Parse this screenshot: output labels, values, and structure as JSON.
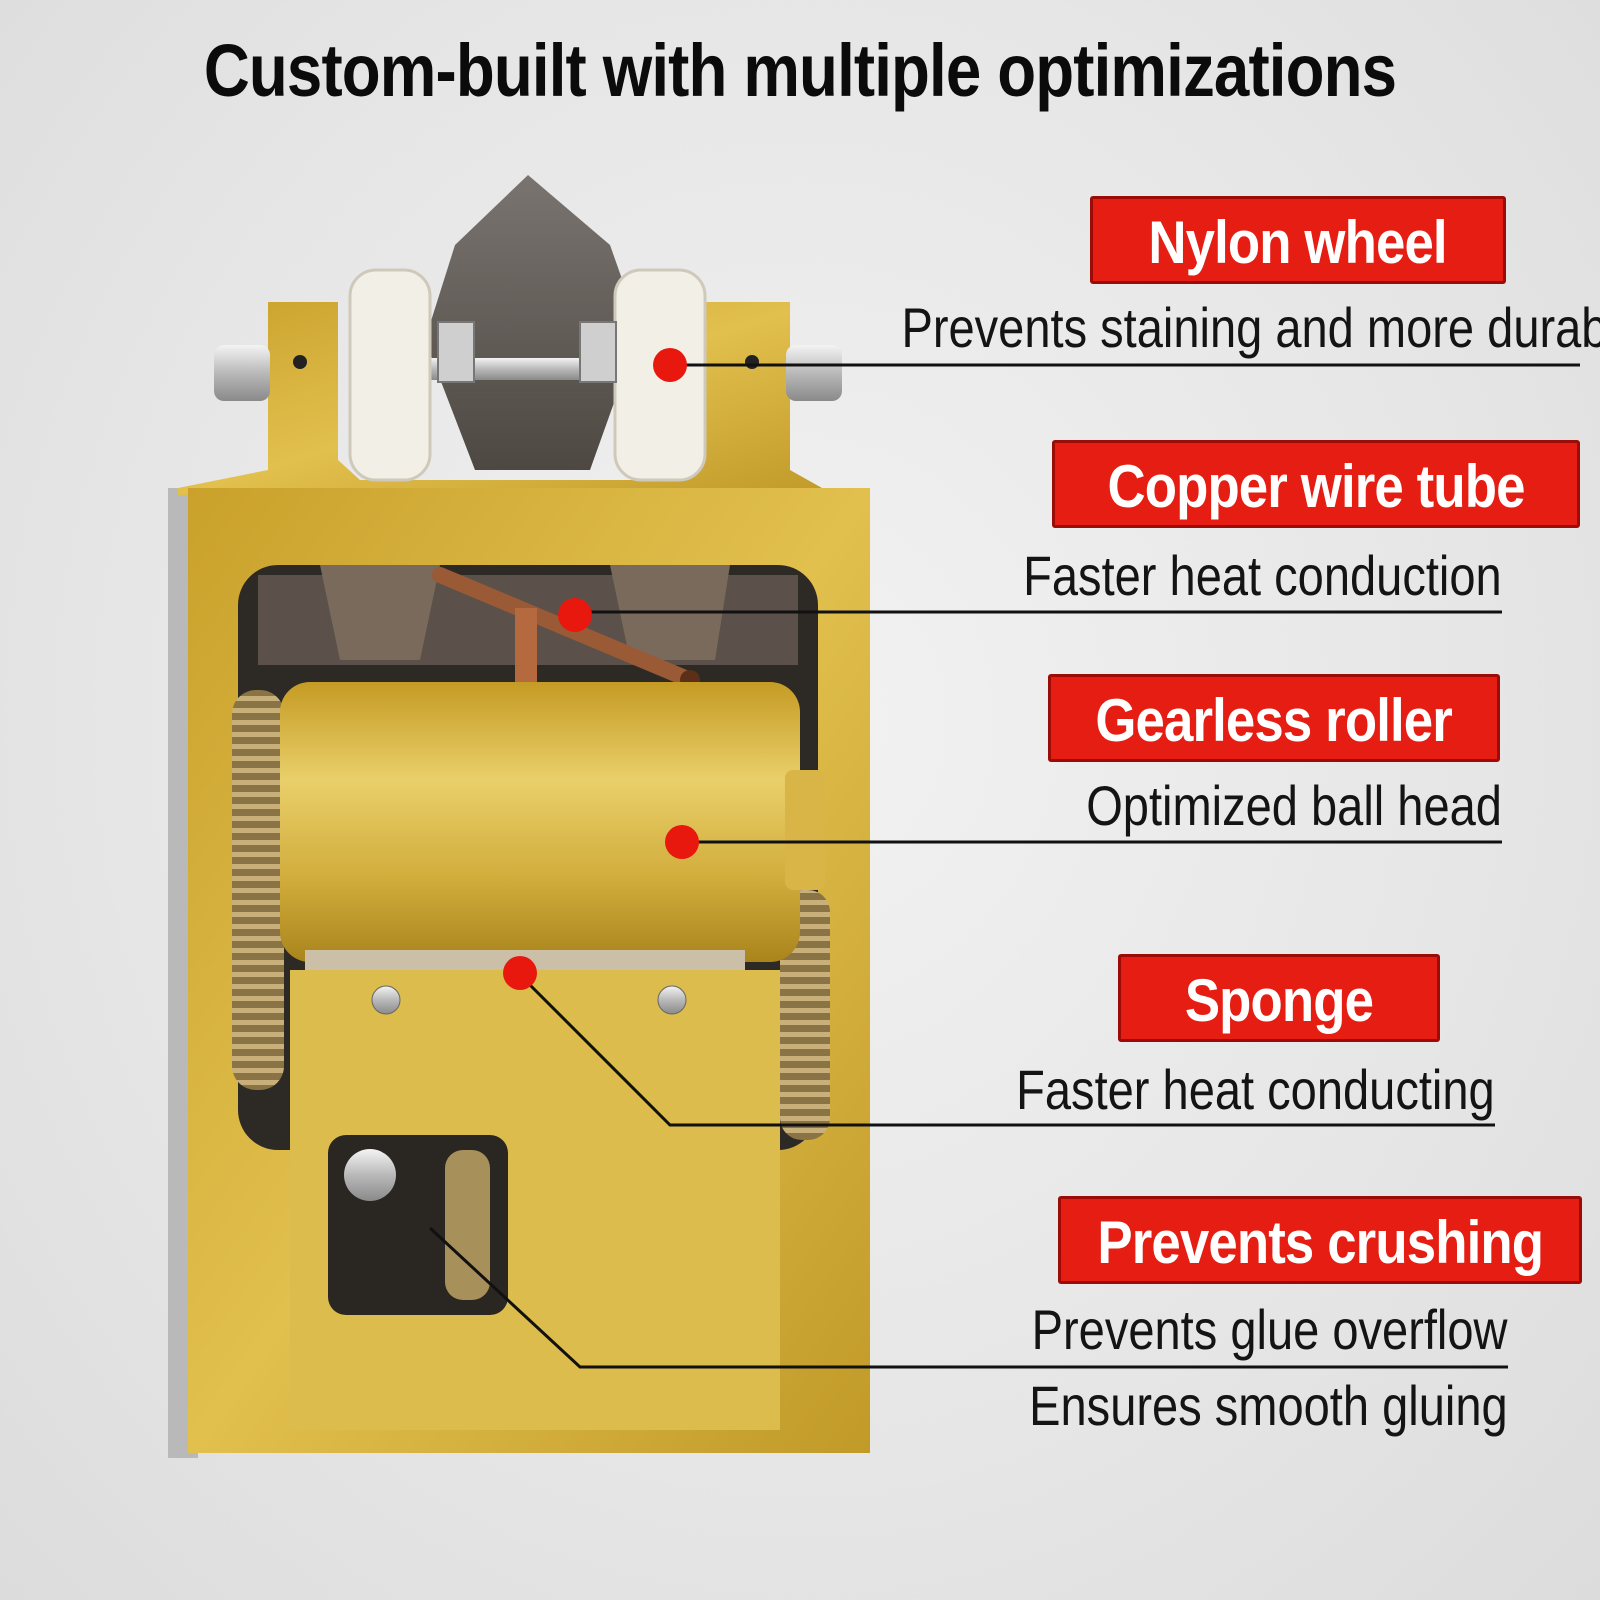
{
  "title": "Custom-built with multiple optimizations",
  "callouts": [
    {
      "label": "Nylon wheel",
      "description": "Prevents staining and more durable"
    },
    {
      "label": "Copper wire tube",
      "description": "Faster heat conduction"
    },
    {
      "label": "Gearless roller",
      "description": "Optimized ball head"
    },
    {
      "label": "Sponge",
      "description": "Faster heat conducting"
    },
    {
      "label": "Prevents crushing",
      "descriptions": [
        "Prevents glue overflow",
        "Ensures smooth gluing"
      ]
    }
  ],
  "colors": {
    "badge": "#e51d12",
    "gold_frame": "#d9b53a",
    "marker_dot": "#e8180f",
    "leader_line": "#111111"
  }
}
